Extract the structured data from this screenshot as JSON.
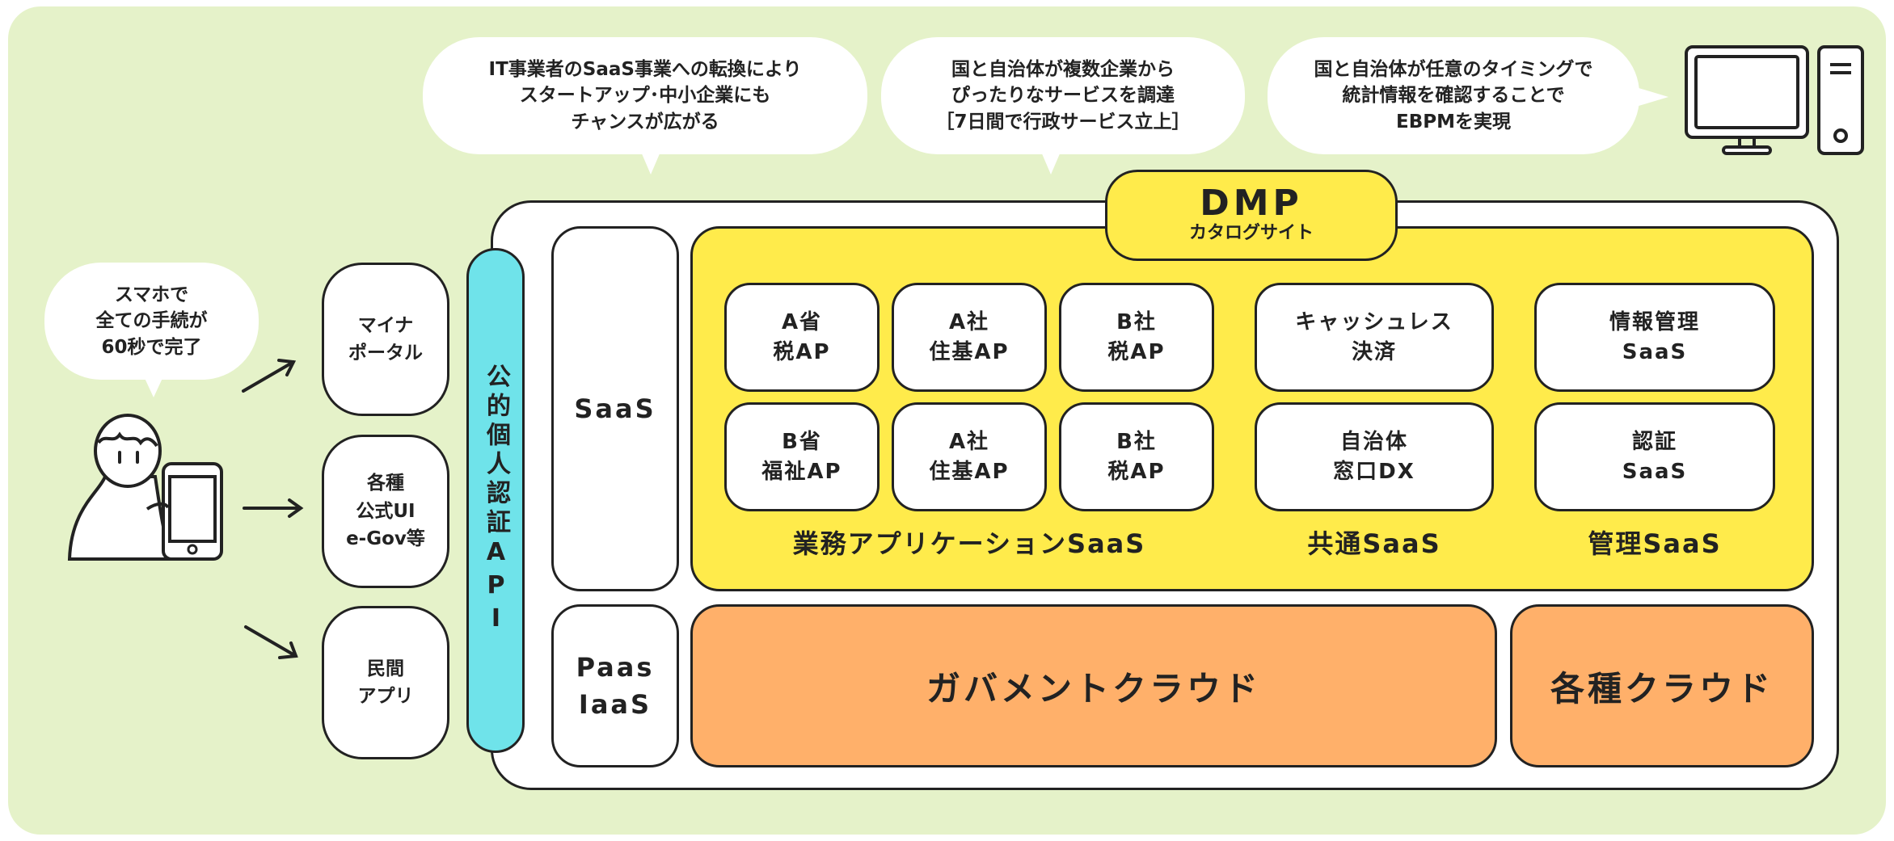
{
  "bubbles": {
    "smartphone": "スマホで\n全ての手続が\n60秒で完了",
    "startup": "IT事業者のSaaS事業への転換により\nスタートアップ･中小企業にも\nチャンスが広がる",
    "procurement": "国と自治体が複数企業から\nぴったりなサービスを調達\n［7日間で行政サービス立上］",
    "ebpm": "国と自治体が任意のタイミングで\n統計情報を確認することで\nEBPMを実現"
  },
  "channels": [
    "マイナ\nポータル",
    "各種\n公式UI\ne-Gov等",
    "民間\nアプリ"
  ],
  "api_label": "公的個人認証API",
  "layers": {
    "saas": "SaaS",
    "paas": "Paas\nIaaS"
  },
  "dmp": {
    "title": "DMP",
    "subtitle": "カタログサイト"
  },
  "business_apps": [
    "A省\n税AP",
    "A社\n住基AP",
    "B社\n税AP",
    "B省\n福祉AP",
    "A社\n住基AP",
    "B社\n税AP"
  ],
  "common_apps": [
    "キャッシュレス\n決済",
    "自治体\n窓口DX"
  ],
  "admin_apps": [
    "情報管理\nSaaS",
    "認証\nSaaS"
  ],
  "group_labels": {
    "business": "業務アプリケーションSaaS",
    "common": "共通SaaS",
    "admin": "管理SaaS"
  },
  "clouds": {
    "gov": "ガバメントクラウド",
    "other": "各種クラウド"
  },
  "colors": {
    "background": "#e5f2c9",
    "yellow": "#ffeb4b",
    "orange": "#ffb06a",
    "cyan": "#6fe3ea",
    "line": "#222222"
  }
}
